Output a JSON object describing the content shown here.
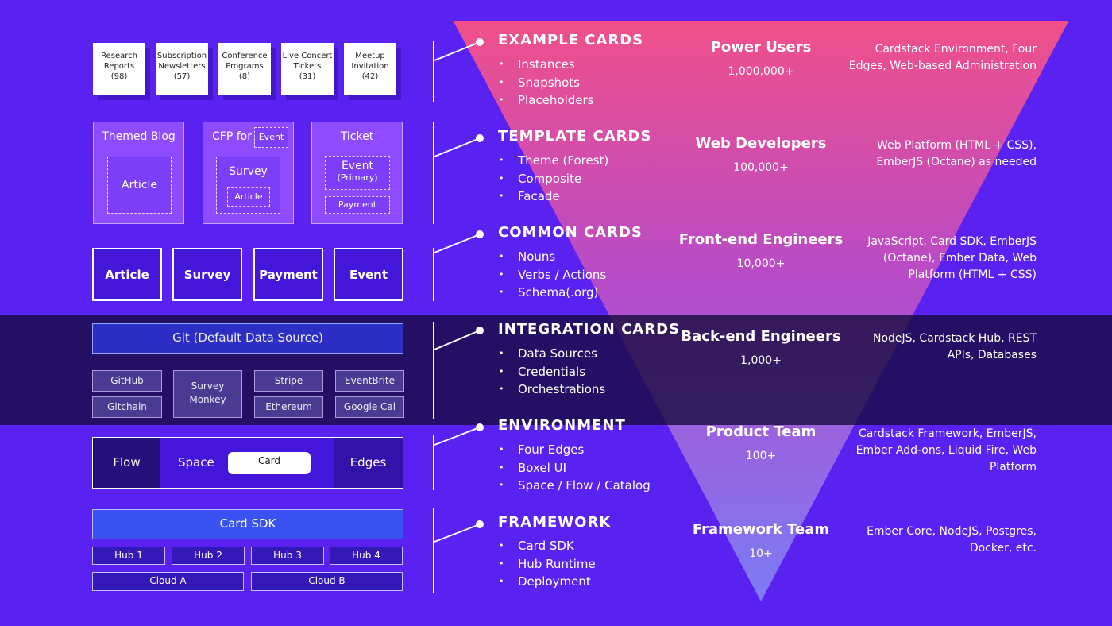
{
  "example_cards": [
    {
      "label": "Research Reports",
      "count": "(98)"
    },
    {
      "label": "Subscription Newsletters",
      "count": "(57)"
    },
    {
      "label": "Conference Programs",
      "count": "(8)"
    },
    {
      "label": "Live Concert Tickets",
      "count": "(31)"
    },
    {
      "label": "Meetup Invitation",
      "count": "(42)"
    }
  ],
  "template_cards": {
    "blog": {
      "title": "Themed Blog",
      "inner": "Article"
    },
    "cfp": {
      "title": "CFP for",
      "tag": "Event",
      "inner": "Survey",
      "inner_sub": "Article"
    },
    "ticket": {
      "title": "Ticket",
      "inner": "Event",
      "inner_sub": "(Primary)",
      "bottom": "Payment"
    }
  },
  "common_cards": [
    "Article",
    "Survey",
    "Payment",
    "Event"
  ],
  "integration": {
    "git": "Git (Default Data Source)",
    "github": "GitHub",
    "gitchain": "Gitchain",
    "survey_monkey": "Survey Monkey",
    "stripe": "Stripe",
    "ethereum": "Ethereum",
    "eventbrite": "EventBrite",
    "google_cal": "Google Cal"
  },
  "environment": {
    "flow": "Flow",
    "space": "Space",
    "card": "Card",
    "edges": "Edges"
  },
  "framework": {
    "sdk": "Card SDK",
    "hubs": [
      "Hub 1",
      "Hub 2",
      "Hub 3",
      "Hub 4"
    ],
    "clouds": [
      "Cloud A",
      "Cloud B"
    ]
  },
  "sections": [
    {
      "title": "EXAMPLE CARDS",
      "bullets": [
        "Instances",
        "Snapshots",
        "Placeholders"
      ],
      "audience": "Power Users",
      "count": "1,000,000+",
      "skills": "Cardstack Environment, Four Edges, Web-based Administration"
    },
    {
      "title": "TEMPLATE CARDS",
      "bullets": [
        "Theme (Forest)",
        "Composite",
        "Facade"
      ],
      "audience": "Web Developers",
      "count": "100,000+",
      "skills": "Web Platform (HTML + CSS), EmberJS (Octane) as needed"
    },
    {
      "title": "COMMON CARDS",
      "bullets": [
        "Nouns",
        "Verbs / Actions",
        "Schema(.org)"
      ],
      "audience": "Front-end Engineers",
      "count": "10,000+",
      "skills": "JavaScript, Card SDK, EmberJS (Octane), Ember Data, Web Platform (HTML + CSS)"
    },
    {
      "title": "INTEGRATION CARDS",
      "bullets": [
        "Data Sources",
        "Credentials",
        "Orchestrations"
      ],
      "audience": "Back-end Engineers",
      "count": "1,000+",
      "skills": "NodeJS, Cardstack Hub, REST APIs, Databases"
    },
    {
      "title": "ENVIRONMENT",
      "bullets": [
        "Four Edges",
        "Boxel UI",
        "Space / Flow / Catalog"
      ],
      "audience": "Product Team",
      "count": "100+",
      "skills": "Cardstack Framework, EmberJS, Ember Add-ons, Liquid Fire, Web Platform"
    },
    {
      "title": "FRAMEWORK",
      "bullets": [
        "Card SDK",
        "Hub Runtime",
        "Deployment"
      ],
      "audience": "Framework Team",
      "count": "10+",
      "skills": "Ember Core, NodeJS, Postgres, Docker, etc."
    }
  ],
  "colors": {
    "background": "#5a22f0",
    "triangle_top": "#f0508a",
    "triangle_bottom": "#7b7cf5",
    "band": "#140a3c"
  }
}
